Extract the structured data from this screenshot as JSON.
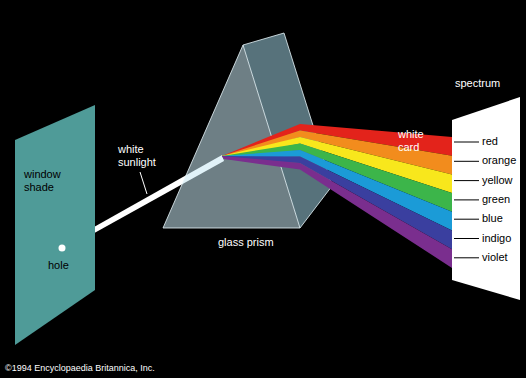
{
  "diagram": {
    "nodes": [
      {
        "text": [
          "window shade",
          "hole"
        ]
      },
      {
        "text": [
          "spectrum",
          "red",
          "orange",
          "yellow",
          "green",
          "blue",
          "indigo",
          "violet"
        ]
      }
    ],
    "labels": [
      "white sunlight",
      "glass prism",
      "white card",
      "©1994 Encyclopaedia Britannica, Inc."
    ]
  }
}
